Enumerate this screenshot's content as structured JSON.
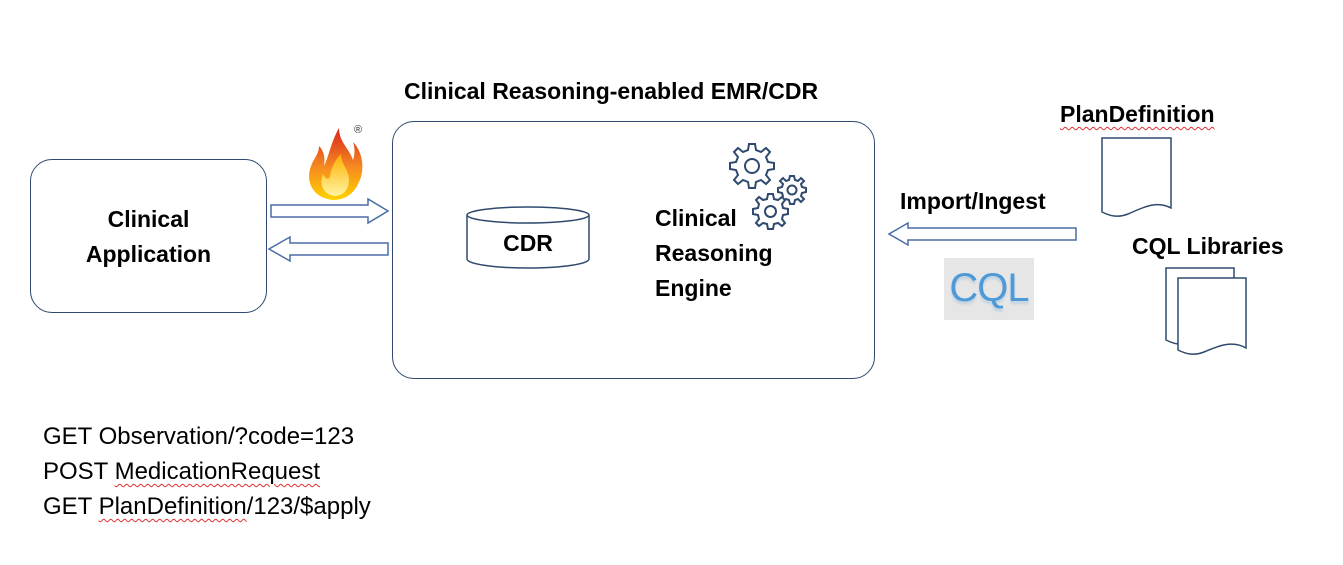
{
  "emr": {
    "title": "Clinical Reasoning-enabled EMR/CDR"
  },
  "client_app": {
    "line1": "Clinical",
    "line2": "Application"
  },
  "cdr": {
    "label": "CDR"
  },
  "engine": {
    "line1": "Clinical",
    "line2": "Reasoning",
    "line3": "Engine"
  },
  "ingest": {
    "label": "Import/Ingest"
  },
  "artifacts": {
    "plan_definition": "PlanDefinition",
    "cql_libraries": "CQL Libraries",
    "cql_logo": "CQL"
  },
  "fhir_logo": {
    "mark": "®"
  },
  "requests": {
    "line1": {
      "verb": "GET",
      "rest": "Observation/?code=123"
    },
    "line2": {
      "verb": "POST",
      "resource": "MedicationRequest"
    },
    "line3": {
      "verb": "GET",
      "resource": "PlanDefinition",
      "rest": "/123/$apply"
    }
  },
  "colors": {
    "outline": "#2f4a6e",
    "arrow": "#4a6da6",
    "cql_logo_bg": "#e6e6e6",
    "cql_logo_text": "#4f9ad6"
  }
}
